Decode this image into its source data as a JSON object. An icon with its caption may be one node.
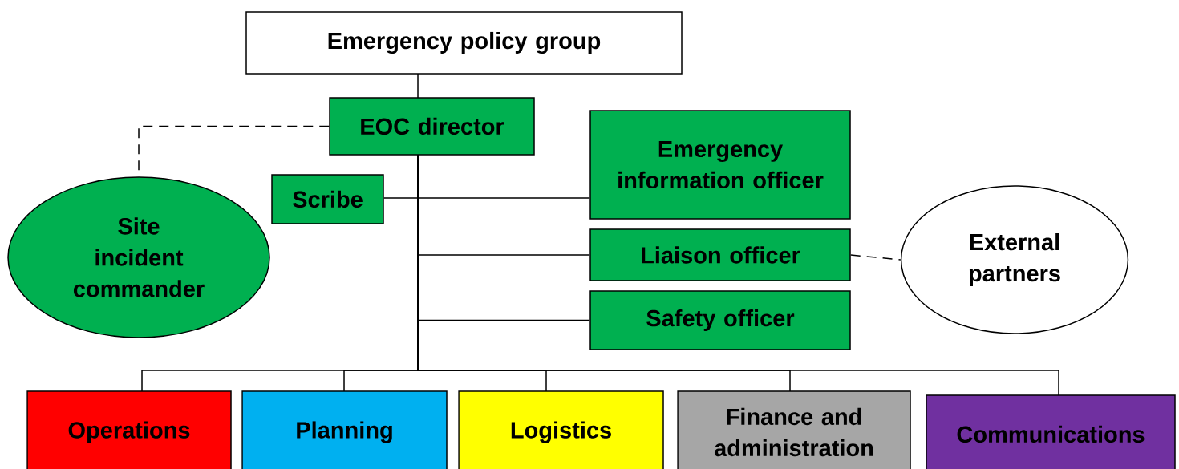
{
  "diagram": {
    "nodes": [
      {
        "text": [
          "Emergency policy group"
        ]
      },
      {
        "text": [
          "EOC director"
        ]
      },
      {
        "text": [
          "Site incident commander"
        ]
      },
      {
        "text": [
          "Scribe"
        ]
      },
      {
        "text": [
          "Emergency information officer"
        ]
      },
      {
        "text": [
          "Liaison officer"
        ]
      },
      {
        "text": [
          "External partners"
        ]
      },
      {
        "text": [
          "Safety officer"
        ]
      },
      {
        "text": [
          "Operations"
        ]
      },
      {
        "text": [
          "Planning"
        ]
      },
      {
        "text": [
          "Logistics"
        ]
      },
      {
        "text": [
          "Finance and administration"
        ]
      },
      {
        "text": [
          "Communications"
        ]
      }
    ],
    "edges": [
      {
        "from": 0,
        "to": 1,
        "arrow": "none"
      },
      {
        "from": 1,
        "to": 2,
        "arrow": "none",
        "style": "dashed"
      },
      {
        "from": 1,
        "to": 3,
        "arrow": "none"
      },
      {
        "from": 1,
        "to": 4,
        "arrow": "none"
      },
      {
        "from": 1,
        "to": 5,
        "arrow": "none"
      },
      {
        "from": 1,
        "to": 7,
        "arrow": "none"
      },
      {
        "from": 1,
        "to": 8,
        "arrow": "none"
      },
      {
        "from": 1,
        "to": 9,
        "arrow": "none"
      },
      {
        "from": 1,
        "to": 10,
        "arrow": "none"
      },
      {
        "from": 1,
        "to": 11,
        "arrow": "none"
      },
      {
        "from": 1,
        "to": 12,
        "arrow": "none"
      },
      {
        "from": 5,
        "to": 6,
        "arrow": "none",
        "style": "dashed"
      }
    ]
  }
}
